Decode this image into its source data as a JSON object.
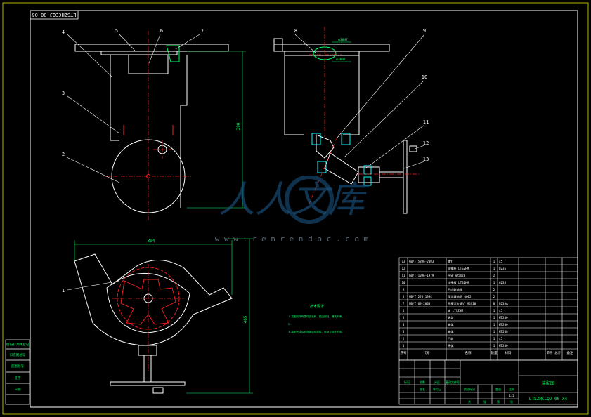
{
  "drawing": {
    "corner_code": "LTSZHCCQJ-00-06",
    "dim_height": "390",
    "dim_width": "394",
    "dim_right": "465",
    "notes_title": "技术要求",
    "notes": [
      "1.装配前所有零件去毛刺、锐边倒钝，清洗干净。",
      "2.",
      "3.装配完成后检查各运动部件，运动灵活无卡滞。"
    ],
    "dims_upper": [
      "φ30H7",
      "φ30H7"
    ],
    "balloons": [
      "1",
      "2",
      "3",
      "4",
      "5",
      "6",
      "7",
      "8",
      "9",
      "10",
      "11",
      "12",
      "13"
    ]
  },
  "bom": {
    "rows": [
      {
        "no": "13",
        "code": "GB/T 5896-2003",
        "name": "螺钉",
        "qty": "1",
        "mat": "45"
      },
      {
        "no": "12",
        "code": "",
        "name": "支撑杆 LTSZHM",
        "qty": "1",
        "mat": "Q235"
      },
      {
        "no": "11",
        "code": "GB/T 1096-1979",
        "name": "平键 键5X20",
        "qty": "2",
        "mat": ""
      },
      {
        "no": "10",
        "code": "",
        "name": "连接板 LTSZHM",
        "qty": "1",
        "mat": "Q235"
      },
      {
        "no": "9",
        "code": "",
        "name": "万向联轴器",
        "qty": "2",
        "mat": ""
      },
      {
        "no": "8",
        "code": "GB/T 276-1994",
        "name": "深沟球轴承 6002",
        "qty": "2",
        "mat": ""
      },
      {
        "no": "7",
        "code": "GB/T 69-2000",
        "name": "开槽沉头螺钉 M5X10",
        "qty": "8",
        "mat": "Q235A"
      },
      {
        "no": "6",
        "code": "",
        "name": "轴 LTSZHM",
        "qty": "1",
        "mat": "45"
      },
      {
        "no": "5",
        "code": "",
        "name": "端盖",
        "qty": "1",
        "mat": "HT200"
      },
      {
        "no": "4",
        "code": "",
        "name": "箱体",
        "qty": "1",
        "mat": "HT200"
      },
      {
        "no": "3",
        "code": "",
        "name": "箱体",
        "qty": "1",
        "mat": "HT200"
      },
      {
        "no": "2",
        "code": "",
        "name": "凸轮",
        "qty": "1",
        "mat": "45"
      },
      {
        "no": "1",
        "code": "",
        "name": "壳体",
        "qty": "1",
        "mat": "HT200"
      }
    ],
    "header": {
      "no": "序号",
      "code": "代号",
      "name": "名称",
      "qty": "数量",
      "mat": "材料",
      "weight": "单件 总计",
      "remark": "备注"
    },
    "title_name": "装配图",
    "title_code": "LTSZHCCQJ-00-X4",
    "scale_labels": [
      "阶段标记",
      "重量",
      "比例"
    ],
    "scale_value": "1:2",
    "sign_labels": [
      "标记",
      "处数",
      "分区",
      "更改文件号",
      "签名",
      "年月日"
    ],
    "sheet_labels": [
      "共",
      "张",
      "第",
      "张"
    ]
  },
  "stamp": {
    "labels": [
      "借(通)用件登记",
      "旧底图总号",
      "底图总号",
      "签字",
      "日期"
    ]
  },
  "watermark": {
    "text": "人人文库",
    "url": "w w w . r e n r e n d o c . c o m"
  }
}
